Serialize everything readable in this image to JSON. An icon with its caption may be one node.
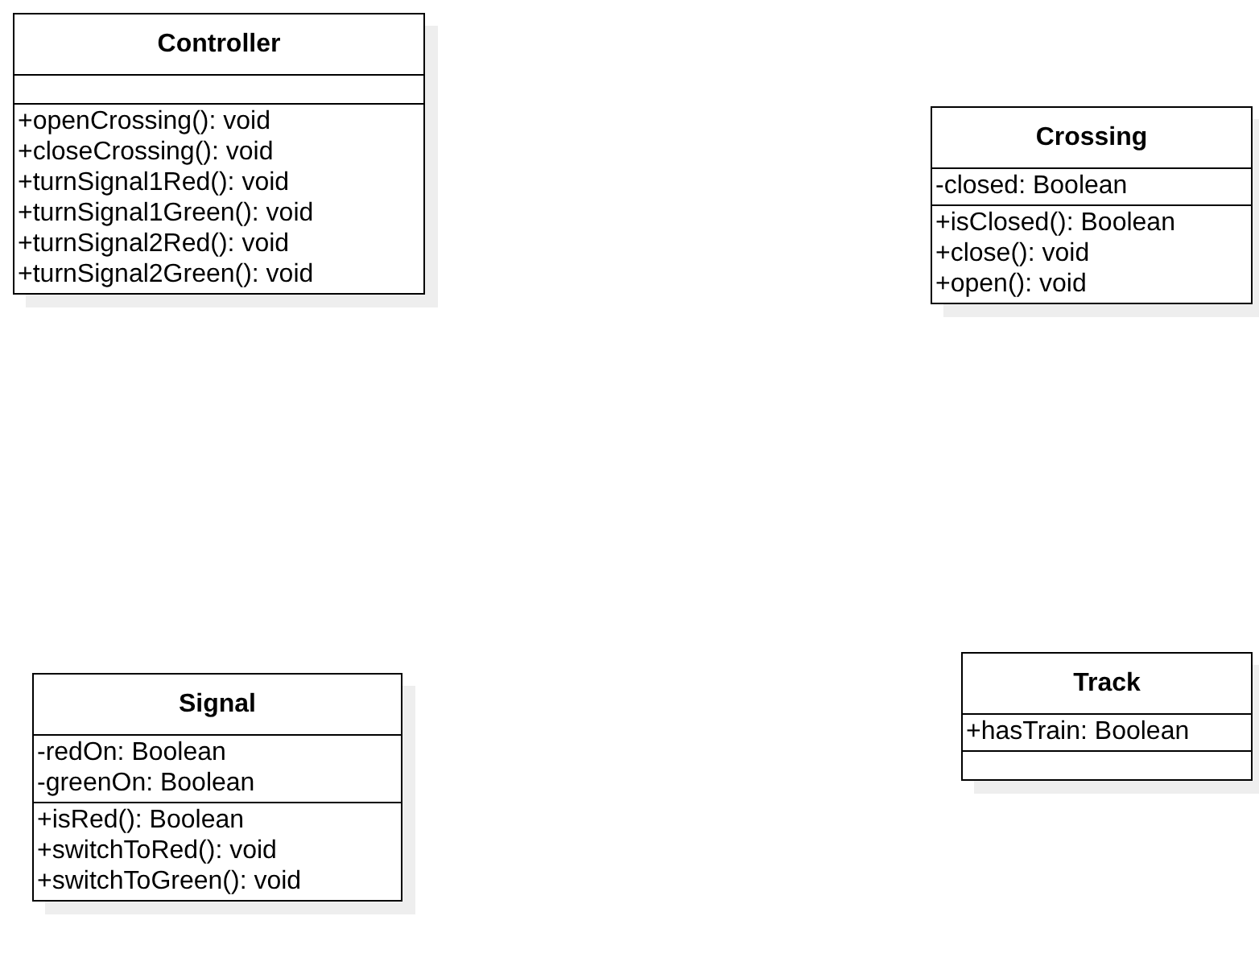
{
  "diagram": {
    "nodes": [
      {
        "text": [
          "Controller",
          "+openCrossing(): void",
          "+closeCrossing(): void",
          "+turnSignal1Red(): void",
          "+turnSignal1Green(): void",
          "+turnSignal2Red(): void",
          "+turnSignal2Green(): void"
        ]
      },
      {
        "text": [
          "Crossing",
          "-closed: Boolean",
          "+isClosed(): Boolean",
          "+close(): void",
          "+open(): void"
        ]
      },
      {
        "text": [
          "Signal",
          "-redOn: Boolean",
          "-greenOn: Boolean",
          "+isRed(): Boolean",
          "+switchToRed(): void",
          "+switchToGreen(): void"
        ]
      },
      {
        "text": [
          "Track",
          "+hasTrain: Boolean"
        ]
      }
    ]
  }
}
